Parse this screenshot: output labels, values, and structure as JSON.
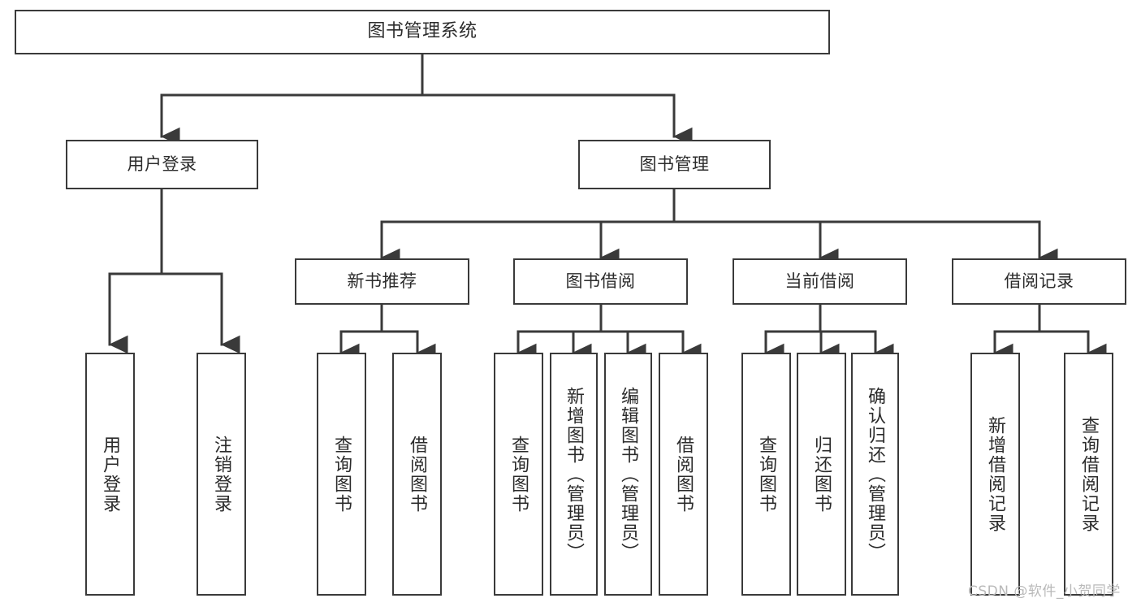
{
  "diagram": {
    "title": "图书管理系统",
    "type": "tree",
    "watermark": "CSDN @软件_小贺同学",
    "stroke_color": "#3a3a3a",
    "fill_color": "#ffffff",
    "text_color": "#2b2b2b",
    "watermark_color": "#b9b9b9"
  },
  "nodes": {
    "root": {
      "label": "图书管理系统",
      "level": 1
    },
    "l2": [
      {
        "id": "user-login",
        "label": "用户登录",
        "level": 2
      },
      {
        "id": "book-manage",
        "label": "图书管理",
        "level": 2
      }
    ],
    "l3": [
      {
        "id": "new-book-recommend",
        "label": "新书推荐",
        "level": 3,
        "parent": "book-manage"
      },
      {
        "id": "book-borrow",
        "label": "图书借阅",
        "level": 3,
        "parent": "book-manage"
      },
      {
        "id": "current-borrow",
        "label": "当前借阅",
        "level": 3,
        "parent": "book-manage"
      },
      {
        "id": "borrow-record",
        "label": "借阅记录",
        "level": 3,
        "parent": "book-manage"
      }
    ],
    "leaves": [
      {
        "id": "leaf-user-login",
        "label": "用户登录",
        "parent": "user-login"
      },
      {
        "id": "leaf-logout",
        "label": "注销登录",
        "parent": "user-login"
      },
      {
        "id": "leaf-query-book-1",
        "label": "查询图书",
        "parent": "new-book-recommend"
      },
      {
        "id": "leaf-borrow-book-1",
        "label": "借阅图书",
        "parent": "new-book-recommend"
      },
      {
        "id": "leaf-query-book-2",
        "label": "查询图书",
        "parent": "book-borrow"
      },
      {
        "id": "leaf-add-book",
        "label": "新增图书（管理员）",
        "parent": "book-borrow"
      },
      {
        "id": "leaf-edit-book",
        "label": "编辑图书（管理员）",
        "parent": "book-borrow"
      },
      {
        "id": "leaf-borrow-book-2",
        "label": "借阅图书",
        "parent": "book-borrow"
      },
      {
        "id": "leaf-query-book-3",
        "label": "查询图书",
        "parent": "current-borrow"
      },
      {
        "id": "leaf-return-book",
        "label": "归还图书",
        "parent": "current-borrow"
      },
      {
        "id": "leaf-confirm-return",
        "label": "确认归还（管理员）",
        "parent": "current-borrow"
      },
      {
        "id": "leaf-add-record",
        "label": "新增借阅记录",
        "parent": "borrow-record"
      },
      {
        "id": "leaf-query-record",
        "label": "查询借阅记录",
        "parent": "borrow-record"
      }
    ]
  }
}
